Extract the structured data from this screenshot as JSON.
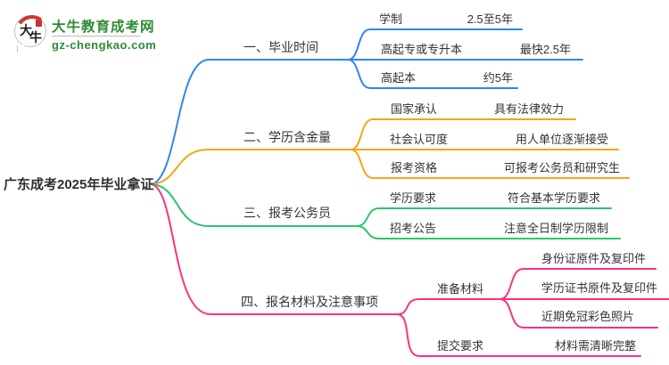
{
  "logo": {
    "badge_char1": "大",
    "badge_char2": "牛",
    "title": "大牛教育成考网",
    "domain": "gz-chengkao.com",
    "brand_color": "#2f8a35"
  },
  "root": {
    "label": "广东成考2025年毕业拿证"
  },
  "branches": [
    {
      "label": "一、毕业时间",
      "color": "#2e86f0",
      "children": [
        {
          "label": "学制",
          "value": "2.5至5年"
        },
        {
          "label": "高起专或专升本",
          "value": "最快2.5年"
        },
        {
          "label": "高起本",
          "value": "约5年"
        }
      ]
    },
    {
      "label": "二、学历含金量",
      "color": "#f6a41b",
      "children": [
        {
          "label": "国家承认",
          "value": "具有法律效力"
        },
        {
          "label": "社会认可度",
          "value": "用人单位逐渐接受"
        },
        {
          "label": "报考资格",
          "value": "可报考公务员和研究生"
        }
      ]
    },
    {
      "label": "三、报考公务员",
      "color": "#2cc56f",
      "children": [
        {
          "label": "学历要求",
          "value": "符合基本学历要求"
        },
        {
          "label": "招考公告",
          "value": "注意全日制学历限制"
        }
      ]
    },
    {
      "label": "四、报名材料及注意事项",
      "color": "#fa3380",
      "children": [
        {
          "label": "准备材料",
          "values": [
            "身份证原件及复印件",
            "学历证书原件及复印件",
            "近期免冠彩色照片"
          ]
        },
        {
          "label": "提交要求",
          "value": "材料需清晰完整"
        }
      ]
    }
  ]
}
